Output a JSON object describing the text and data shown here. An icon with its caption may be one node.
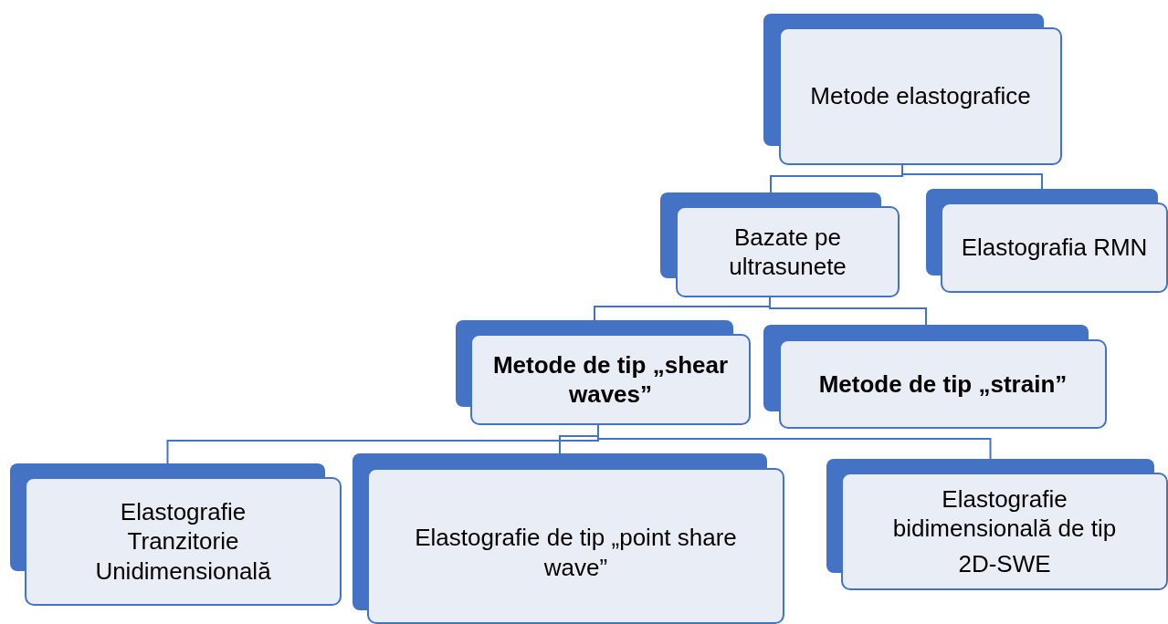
{
  "diagram": {
    "nodes": [
      {
        "text": [
          "Metode elastografice"
        ]
      },
      {
        "text": [
          "Bazate pe ultrasunete"
        ]
      },
      {
        "text": [
          "Elastografia RMN"
        ]
      },
      {
        "text": [
          "Metode de tip „shear waves”"
        ]
      },
      {
        "text": [
          "Metode de tip „strain”"
        ]
      },
      {
        "text": [
          "Elastografie Tranzitorie Unidimensională"
        ]
      },
      {
        "text": [
          "Elastografie de tip „point share wave”"
        ]
      },
      {
        "text": [
          "Elastografie bidimensională de tip",
          "2D-SWE"
        ]
      }
    ],
    "edges": [
      {
        "from": 0,
        "to": 1,
        "arrow": "none"
      },
      {
        "from": 0,
        "to": 2,
        "arrow": "none"
      },
      {
        "from": 1,
        "to": 3,
        "arrow": "none"
      },
      {
        "from": 1,
        "to": 4,
        "arrow": "none"
      },
      {
        "from": 3,
        "to": 5,
        "arrow": "none"
      },
      {
        "from": 3,
        "to": 6,
        "arrow": "none"
      },
      {
        "from": 3,
        "to": 7,
        "arrow": "none"
      }
    ]
  }
}
